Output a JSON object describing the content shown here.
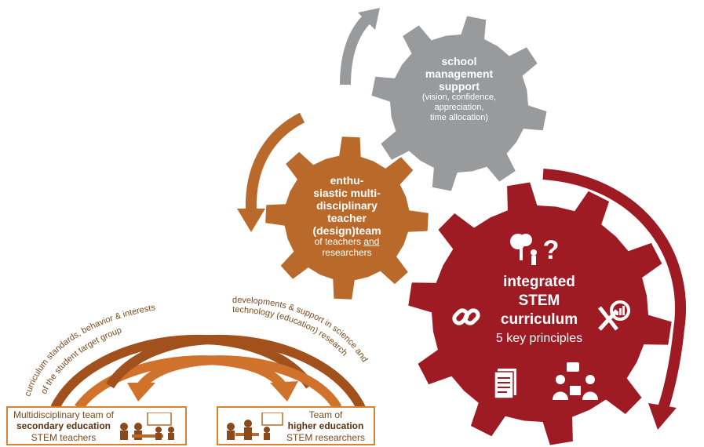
{
  "gears": {
    "management": {
      "lines": [
        "school",
        "management",
        "support"
      ],
      "detail": [
        "(vision, confidence,",
        "appreciation,",
        "time allocation)"
      ],
      "color": "#999a9c"
    },
    "team": {
      "lines": [
        "enthu-",
        "siastic multi-",
        "disciplinary",
        "teacher",
        "(design)team"
      ],
      "detail_prefix": "of teachers ",
      "detail_and": "and",
      "detail_suffix": "researchers",
      "color": "#b96a2b"
    },
    "curriculum": {
      "lines": [
        "integrated",
        "STEM",
        "curriculum"
      ],
      "subtitle": "5 key principles",
      "color": "#9e1b24"
    }
  },
  "arcs": {
    "left_label": "curriculum standards, behavior & interests of the student target group",
    "left_label_line1": "curriculum standards, behavior & interests",
    "left_label_line2": "of the student target group",
    "right_label_line1": "developments & support in science and",
    "right_label_line2": "technology (education) research"
  },
  "boxes": {
    "secondary": {
      "line1": "Multidisciplinary team of",
      "line2": "secondary education",
      "line3": "STEM teachers"
    },
    "higher": {
      "line1": "Team of",
      "line2": "higher education",
      "line3": "STEM researchers"
    }
  },
  "icons": [
    "tree-question-icon",
    "link-icon",
    "tools-chart-icon",
    "document-icon",
    "collaboration-icon"
  ]
}
